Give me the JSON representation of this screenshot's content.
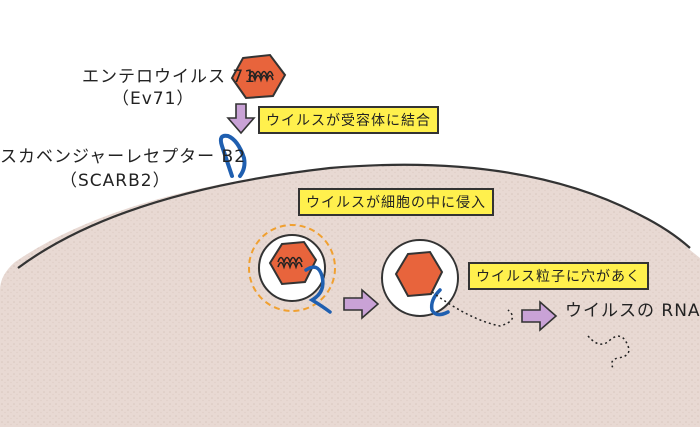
{
  "labels": {
    "virus_name": "エンテロウイルス 71",
    "virus_abbr": "（Ev71）",
    "receptor_name": "スカベンジャーレセプター B2",
    "receptor_abbr": "（SCARB2）",
    "rna_label": "ウイルスの RNA"
  },
  "steps": [
    "ウイルスが受容体に結合",
    "ウイルスが細胞の中に侵入",
    "ウイルス粒子に穴があく"
  ],
  "colors": {
    "cell": "#eadcd6",
    "virus": "#e8643c",
    "receptor": "#1f5fb0",
    "arrow": "#c9a2d6",
    "callout": "#fff04d",
    "vesicle_dash": "#f0a030"
  }
}
